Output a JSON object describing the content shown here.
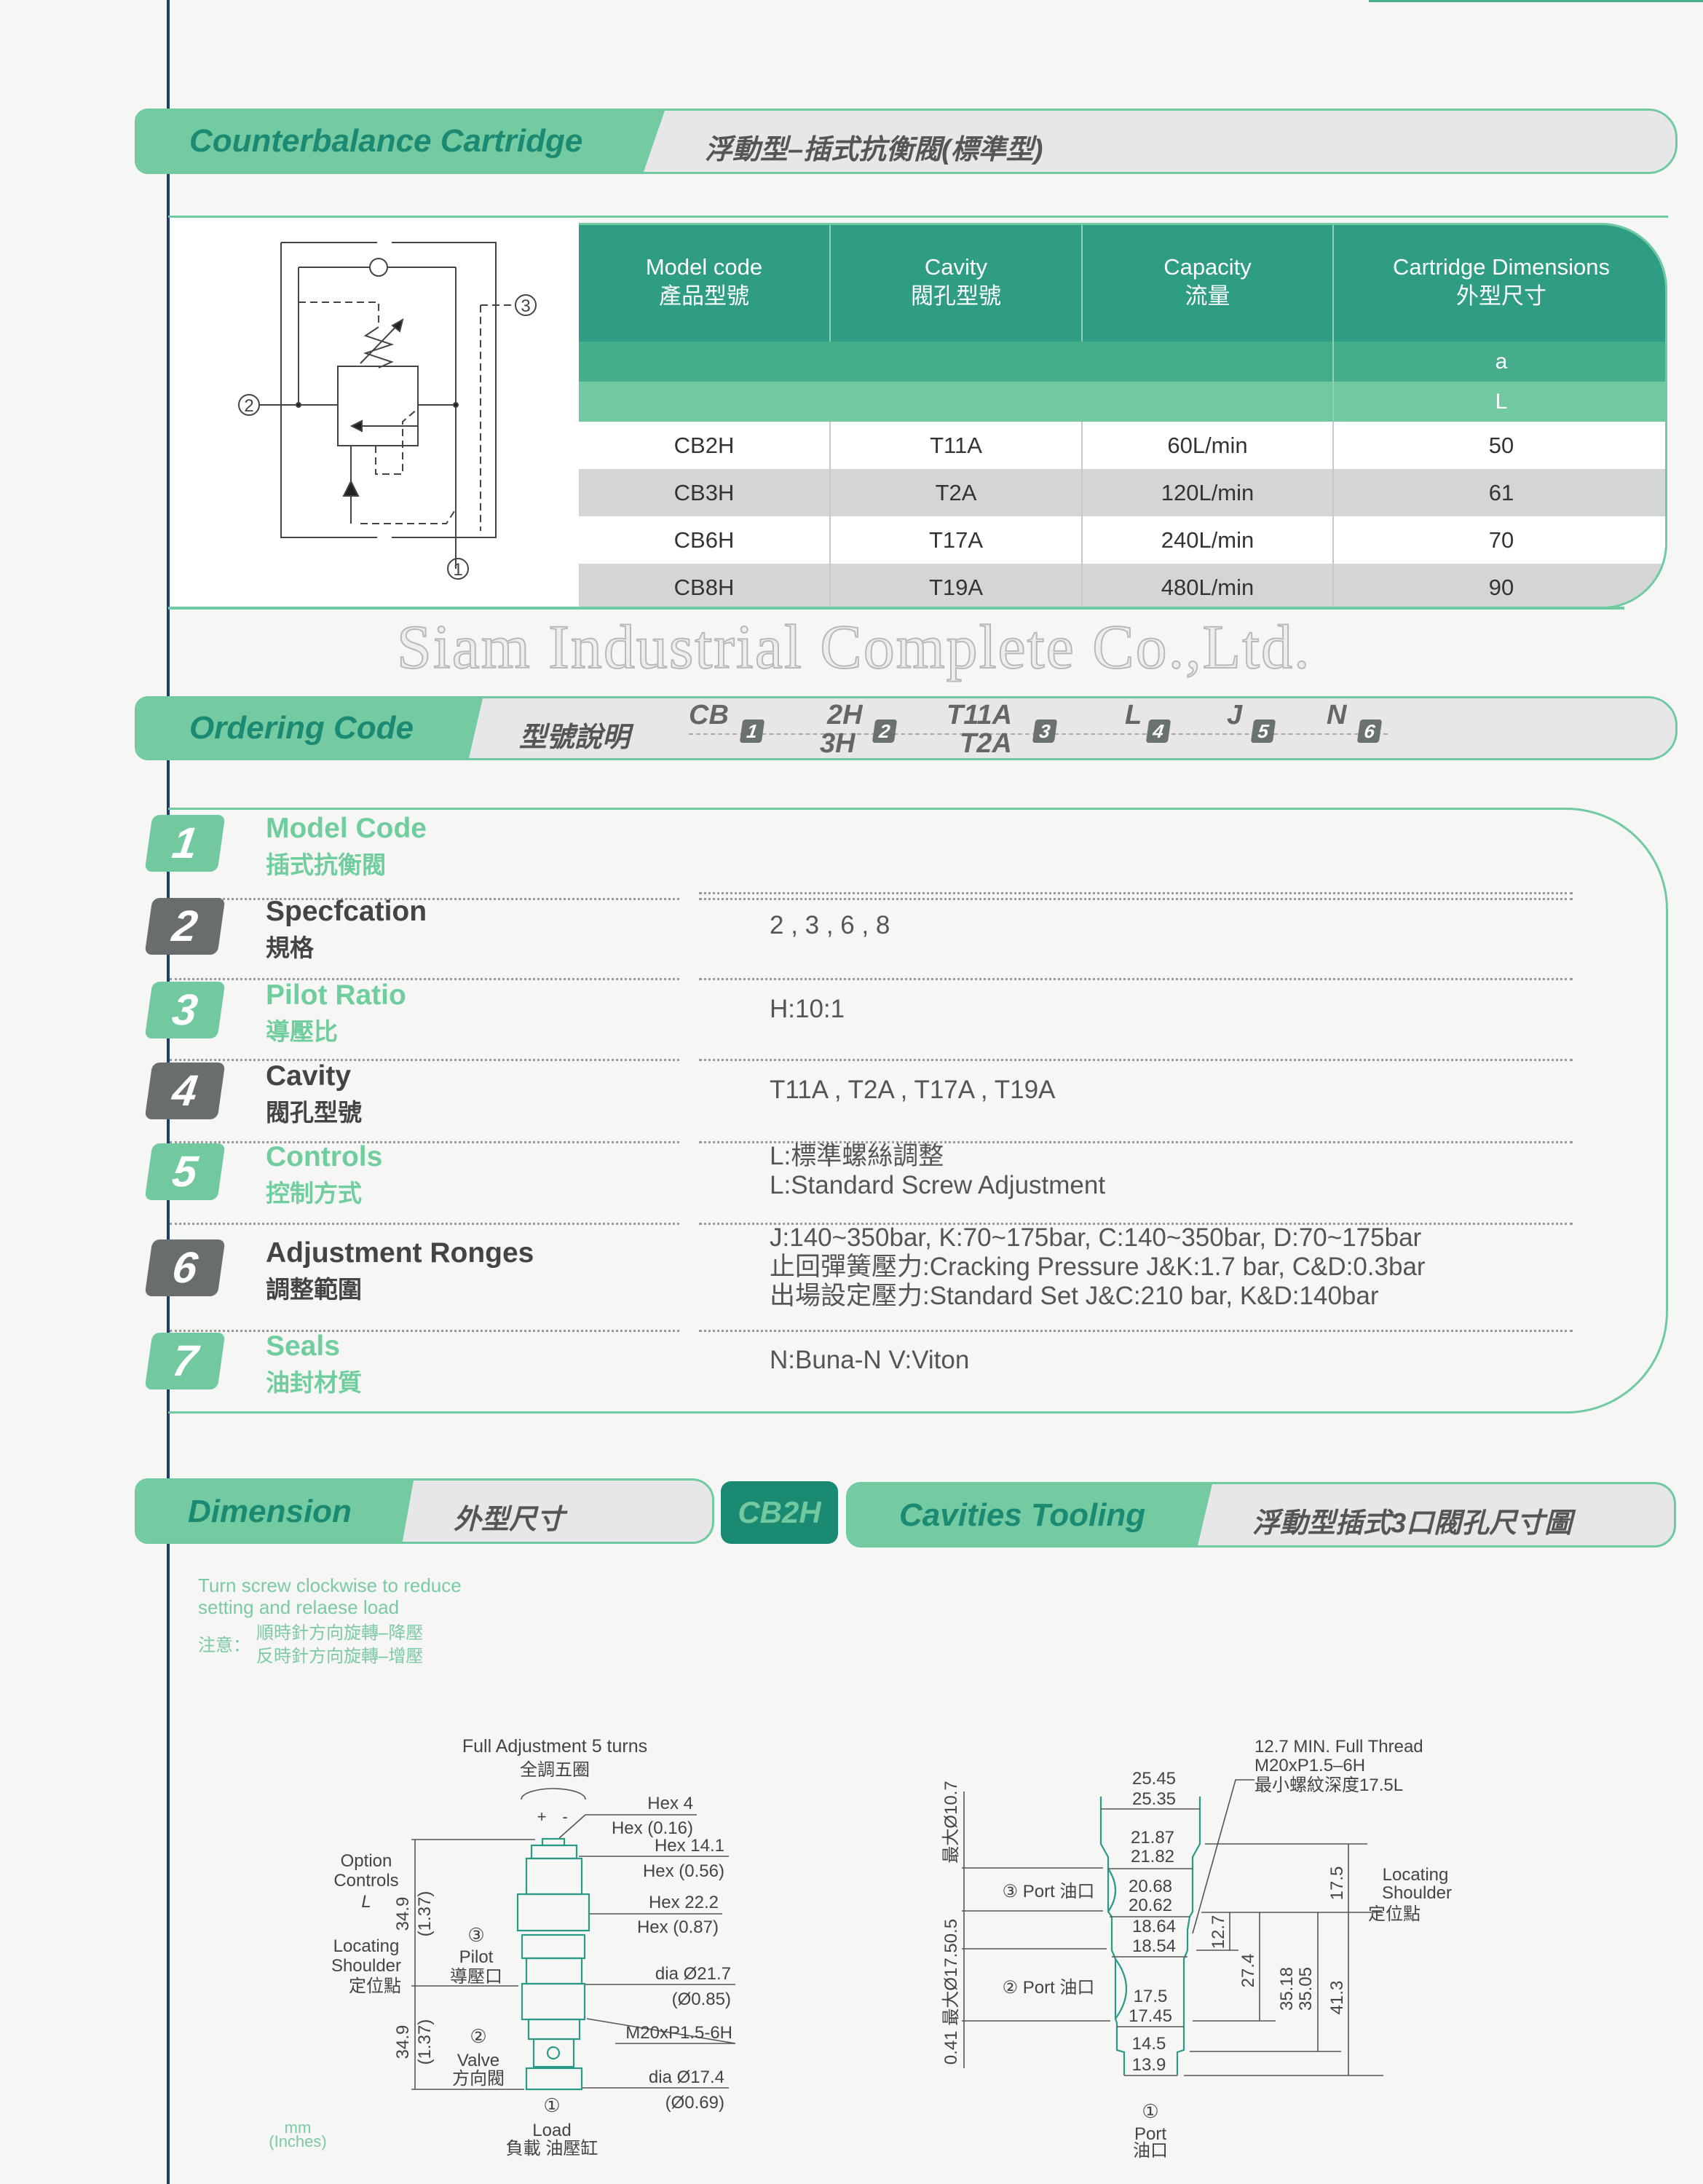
{
  "header": {
    "title": "Counterbalance Cartridge",
    "subtitle": "浮動型–插式抗衡閥(標準型)"
  },
  "table": {
    "columns": [
      {
        "en": "Model code",
        "zh": "產品型號"
      },
      {
        "en": "Cavity",
        "zh": "閥孔型號"
      },
      {
        "en": "Capacity",
        "zh": "流量"
      },
      {
        "en": "Cartridge Dimensions",
        "zh": "外型尺寸"
      }
    ],
    "sub_a": "a",
    "sub_l": "L",
    "rows": [
      {
        "model": "CB2H",
        "cavity": "T11A",
        "capacity": "60L/min",
        "dim": "50"
      },
      {
        "model": "CB3H",
        "cavity": "T2A",
        "capacity": "120L/min",
        "dim": "61"
      },
      {
        "model": "CB6H",
        "cavity": "T17A",
        "capacity": "240L/min",
        "dim": "70"
      },
      {
        "model": "CB8H",
        "cavity": "T19A",
        "capacity": "480L/min",
        "dim": "90"
      }
    ]
  },
  "schematic": {
    "ports": [
      "1",
      "2",
      "3"
    ]
  },
  "watermark": "Siam Industrial Complete Co.,Ltd.",
  "ordering": {
    "title": "Ordering Code",
    "subtitle": "型號說明",
    "codes": [
      {
        "text": "CB",
        "num": "1"
      },
      {
        "text": "2H",
        "text2": "3H",
        "num": "2"
      },
      {
        "text": "T11A",
        "text2": "T2A",
        "num": "3"
      },
      {
        "text": "L",
        "num": "4"
      },
      {
        "text": "J",
        "num": "5"
      },
      {
        "text": "N",
        "num": "6"
      }
    ]
  },
  "spec": [
    {
      "num": "1",
      "en": "Model Code",
      "zh": "插式抗衡閥",
      "values": []
    },
    {
      "num": "2",
      "en": "Specfcation",
      "zh": "規格",
      "values": [
        "2 , 3  , 6 , 8"
      ]
    },
    {
      "num": "3",
      "en": "Pilot Ratio",
      "zh": "導壓比",
      "values": [
        "H:10:1"
      ]
    },
    {
      "num": "4",
      "en": "Cavity",
      "zh": "閥孔型號",
      "values": [
        "T11A ,  T2A ,  T17A ,  T19A"
      ]
    },
    {
      "num": "5",
      "en": "Controls",
      "zh": "控制方式",
      "values": [
        "L:標準螺絲調整",
        "L:Standard Screw Adjustment"
      ]
    },
    {
      "num": "6",
      "en": "Adjustment Ronges",
      "zh": "調整範圍",
      "values": [
        "J:140~350bar, K:70~175bar, C:140~350bar, D:70~175bar",
        "止回彈簧壓力:Cracking Pressure J&K:1.7 bar, C&D:0.3bar",
        "出場設定壓力:Standard Set J&C:210 bar, K&D:140bar"
      ]
    },
    {
      "num": "7",
      "en": "Seals",
      "zh": "油封材質",
      "values": [
        "N:Buna-N     V:Viton"
      ]
    }
  ],
  "dimension": {
    "title": "Dimension",
    "subtitle": "外型尺寸",
    "model_tag": "CB2H"
  },
  "cavities": {
    "title": "Cavities Tooling",
    "subtitle": "浮動型插式3口閥孔尺寸圖"
  },
  "notes": {
    "en1": "Turn screw clockwise to reduce",
    "en2": "setting and relaese load",
    "label": "注意：",
    "zh1": "順時針方向旋轉–降壓",
    "zh2": "反時針方向旋轉–增壓"
  },
  "cartridge_drawing": {
    "adjust_en": "Full Adjustment 5 turns",
    "adjust_zh": "全調五圈",
    "plus": "+",
    "minus": "-",
    "hex4": "Hex 4",
    "hex4_in": "Hex (0.16)",
    "hex14": "Hex 14.1",
    "hex14_in": "Hex (0.56)",
    "hex22": "Hex 22.2",
    "hex22_in": "Hex (0.87)",
    "dia21": "dia  Ø21.7",
    "dia21_in": "(Ø0.85)",
    "thread": "M20xP1.5-6H",
    "dia17": "dia  Ø17.4",
    "dia17_in": "(Ø0.69)",
    "option1": "Option",
    "option2": "Controls",
    "option3": "L",
    "loc1": "Locating",
    "loc2": "Shoulder",
    "loc3": "定位點",
    "len1": "34.9",
    "len1_in": "(1.37)",
    "len2": "34.9",
    "len2_in": "(1.37)",
    "p3": "③",
    "p3_en": "Pilot",
    "p3_zh": "導壓口",
    "p2": "②",
    "p2_en": "Valve",
    "p2_zh": "方向閥",
    "p1": "①",
    "p1_en": "Load",
    "p1_zh": "負載  油壓缸",
    "unit1": "mm",
    "unit2": "(Inches)"
  },
  "cavity_drawing": {
    "thread1": "12.7 MIN. Full Thread",
    "thread2": "M20xP1.5–6H",
    "thread3": "最小螺紋深度17.5L",
    "d1a": "25.45",
    "d1b": "25.35",
    "d2a": "21.87",
    "d2b": "21.82",
    "d3a": "20.68",
    "d3b": "20.62",
    "d4a": "18.64",
    "d4b": "18.54",
    "d5a": "17.5",
    "d5b": "17.45",
    "d6a": "14.5",
    "d6b": "13.9",
    "port3": "③ Port 油口",
    "port2": "② Port 油口",
    "max1": "最大Ø10.7",
    "max2": "0.41 最大Ø17.50.5",
    "v175": "17.5",
    "v127": "12.7",
    "v274": "27.4",
    "v3518": "35.18",
    "v3505": "35.05",
    "v413": "41.3",
    "loc1": "Locating",
    "loc2": "Shoulder",
    "loc3": "定位點",
    "p1": "①",
    "p1_en": "Port",
    "p1_zh": "油口"
  },
  "colors": {
    "accent": "#2f9c84",
    "light_green": "#72c9a0",
    "gray_row": "#d4d6d6",
    "badge_dark": "#686e6e"
  }
}
